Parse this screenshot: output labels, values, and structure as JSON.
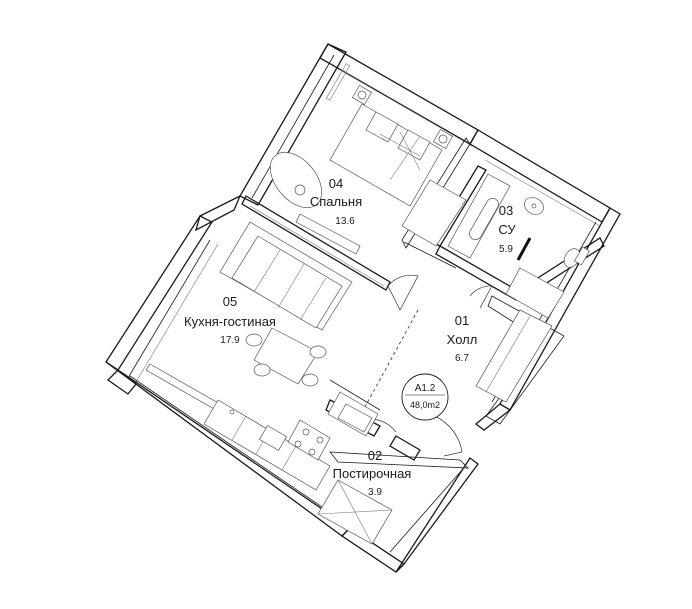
{
  "rooms": {
    "bedroom": {
      "number": "04",
      "name": "Спальня",
      "area": "13.6"
    },
    "bathroom": {
      "number": "03",
      "name": "СУ",
      "area": "5.9"
    },
    "kitchen_living": {
      "number": "05",
      "name": "Кухня-гостиная",
      "area": "17.9"
    },
    "hall": {
      "number": "01",
      "name": "Холл",
      "area": "6.7"
    },
    "laundry": {
      "number": "02",
      "name": "Постирочная",
      "area": "3.9"
    }
  },
  "badge": {
    "code": "A1.2",
    "total_area": "48,0m2"
  },
  "colors": {
    "walls": "#1a1a1a",
    "furniture": "#555555",
    "background": "#ffffff"
  }
}
